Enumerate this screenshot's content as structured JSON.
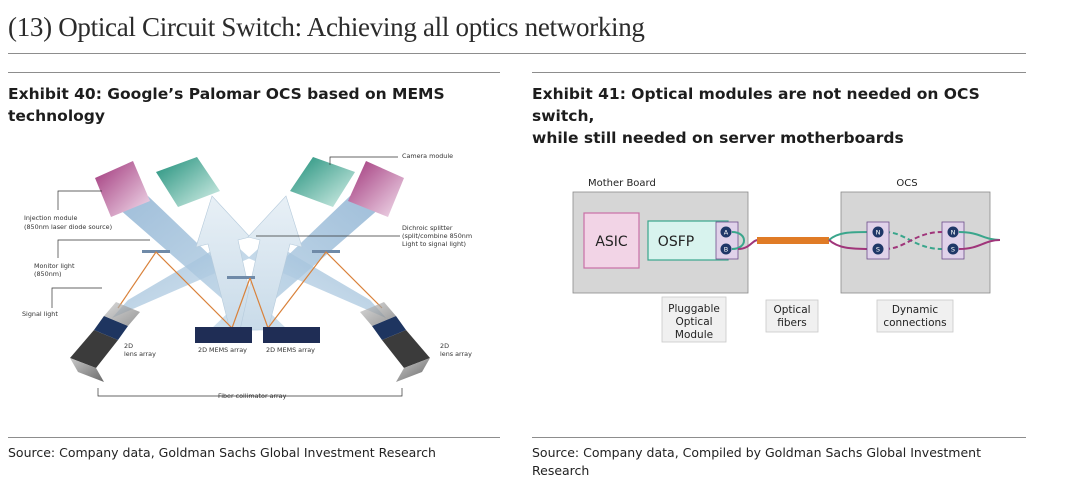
{
  "page_title": "(13) Optical Circuit Switch: Achieving all optics networking",
  "left_exhibit": {
    "title_line1": "Exhibit 40: Google’s Palomar OCS based on MEMS",
    "title_line2": "technology",
    "labels": {
      "camera": "Camera module",
      "injection_1": "Injection module",
      "injection_2": "(850nm laser diode source)",
      "dichroic_1": "Dichroic splitter",
      "dichroic_2": "(split/combine 850nm",
      "dichroic_3": "Light to signal light)",
      "monitor_1": "Monitor light",
      "monitor_2": "(850nm)",
      "signal": "Signal light",
      "lens_left_1": "2D",
      "lens_left_2": "lens array",
      "lens_right_1": "2D",
      "lens_right_2": "lens array",
      "mems_left": "2D MEMS array",
      "mems_right": "2D MEMS array",
      "collimator": "Fiber collimator array"
    },
    "source": "Source: Company data, Goldman Sachs Global Investment Research"
  },
  "right_exhibit": {
    "title_line1": "Exhibit 41: Optical modules are not needed on OCS switch,",
    "title_line2": "while still needed on server motherboards",
    "mother_board": "Mother Board",
    "ocs": "OCS",
    "asic": "ASIC",
    "osfp": "OSFP",
    "port_a": "A",
    "port_b": "B",
    "port_n1": "N",
    "port_s1": "S",
    "port_n2": "N",
    "port_s2": "S",
    "callout_pluggable": [
      "Pluggable",
      "Optical",
      "Module"
    ],
    "callout_fibers": [
      "Optical",
      "fibers"
    ],
    "callout_dynamic": [
      "Dynamic",
      "connections"
    ],
    "source_line1": "Source: Company data, Compiled by Goldman Sachs Global Investment",
    "source_line2": "Research"
  },
  "colors": {
    "magenta": "#b0508f",
    "teal": "#3aa68c",
    "beam": "#a9c6dc",
    "mems": "#1f2d55",
    "fiber": "#e07b26",
    "asic_fill": "#f2d4e6",
    "osfp_fill": "#d8f3ee",
    "board_fill": "#d6d6d6"
  }
}
